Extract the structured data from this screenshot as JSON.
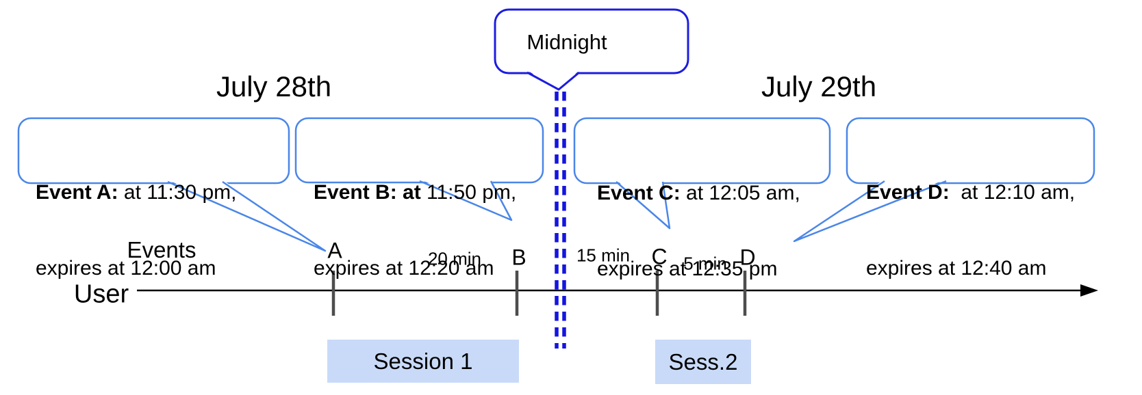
{
  "titles": {
    "left_date": "July 28th",
    "right_date": "July 29th"
  },
  "midnight": {
    "label": "Midnight"
  },
  "events": [
    {
      "label": "A",
      "callout_bold": "Event A:",
      "callout_rest": " at 11:30 pm,",
      "callout_line2": "expires at 12:00 am"
    },
    {
      "label": "B",
      "callout_bold": "Event B: at",
      "callout_rest": " 11:50 pm,",
      "callout_line2": "expires at 12:20 am"
    },
    {
      "label": "C",
      "callout_bold": "Event C:",
      "callout_rest": " at 12:05 am,",
      "callout_line2": "expires at 12:35 pm"
    },
    {
      "label": "D",
      "callout_bold": "Event D:",
      "callout_rest": "  at 12:10 am,",
      "callout_line2": "expires at 12:40 am"
    }
  ],
  "timeline": {
    "events_label": "Events",
    "axis_label": "User",
    "gaps": [
      "20 min",
      "15 min",
      "5 min"
    ]
  },
  "sessions": [
    {
      "label": "Session 1"
    },
    {
      "label": "Sess.2"
    }
  ],
  "colors": {
    "callout_border": "#4a86e8",
    "midnight_border": "#1c1ce0",
    "dashed_line": "#1414e0",
    "tick": "#4d4d4d",
    "session_fill": "#c9daf8",
    "axis": "#000000"
  }
}
